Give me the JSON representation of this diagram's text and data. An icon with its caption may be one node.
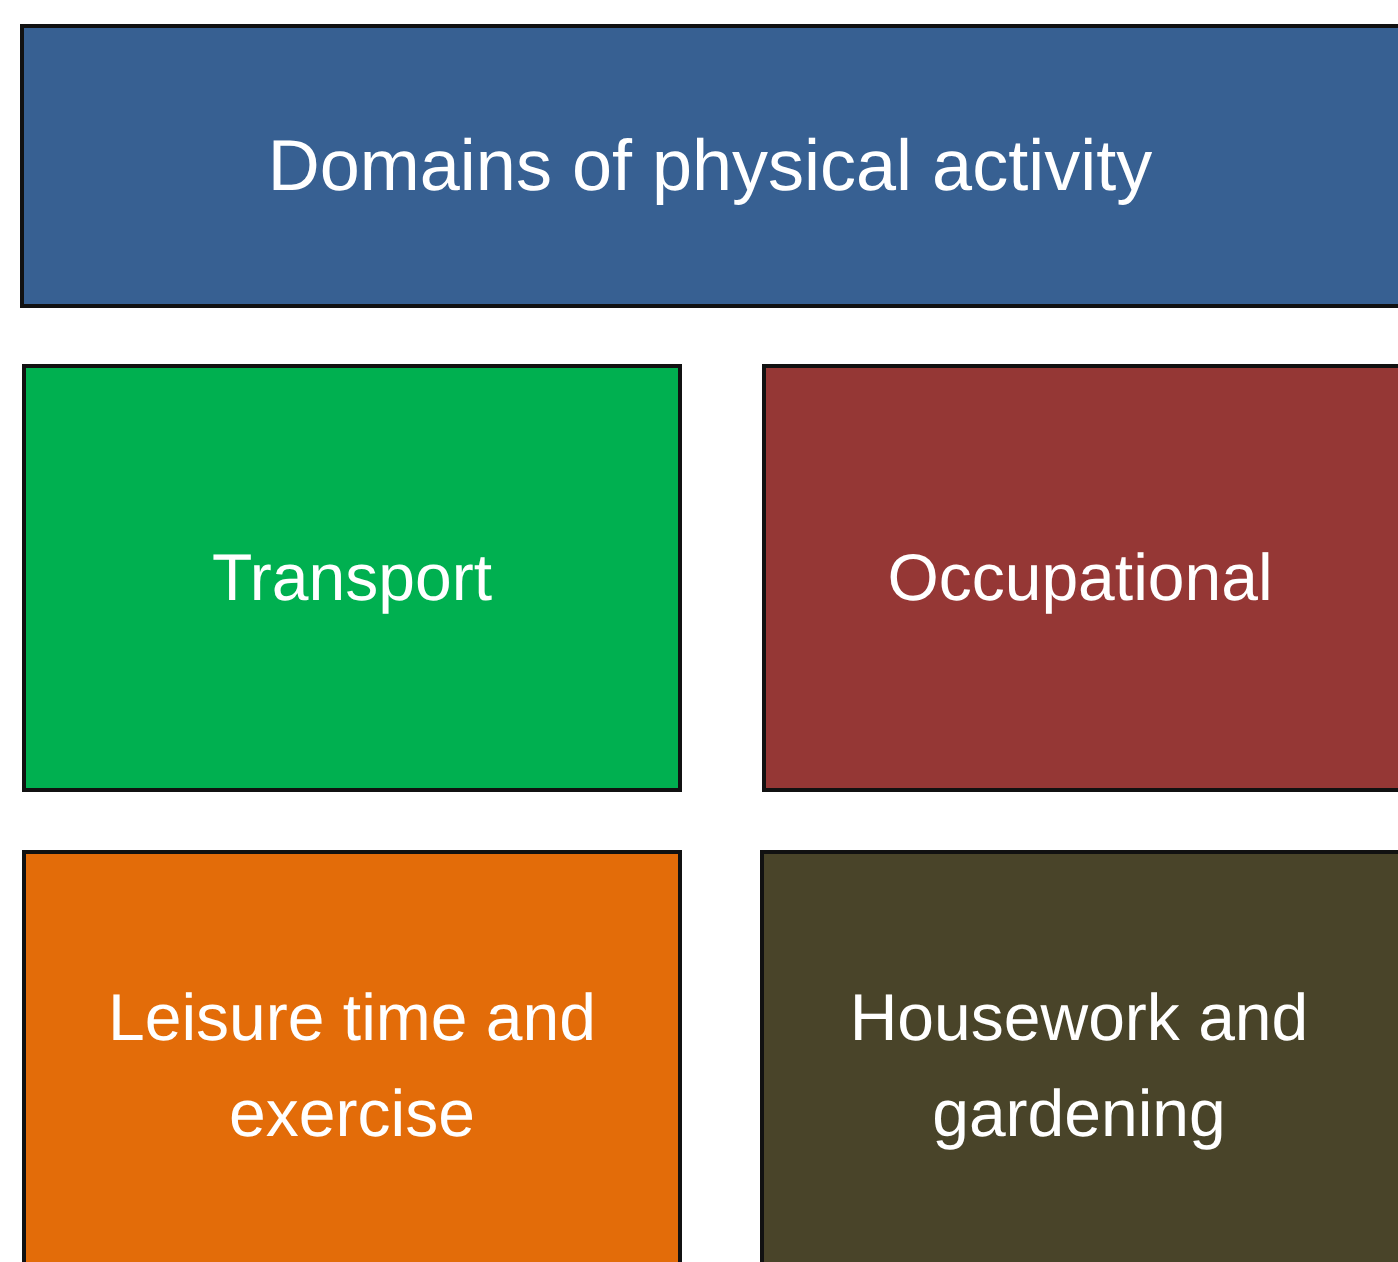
{
  "diagram": {
    "nodes": [
      {
        "text": [
          "Domains of physical activity"
        ]
      },
      {
        "text": [
          "Transport"
        ]
      },
      {
        "text": [
          "Occupational"
        ]
      },
      {
        "text": [
          "Leisure time and exercise"
        ]
      },
      {
        "text": [
          "Housework and gardening"
        ]
      }
    ]
  }
}
